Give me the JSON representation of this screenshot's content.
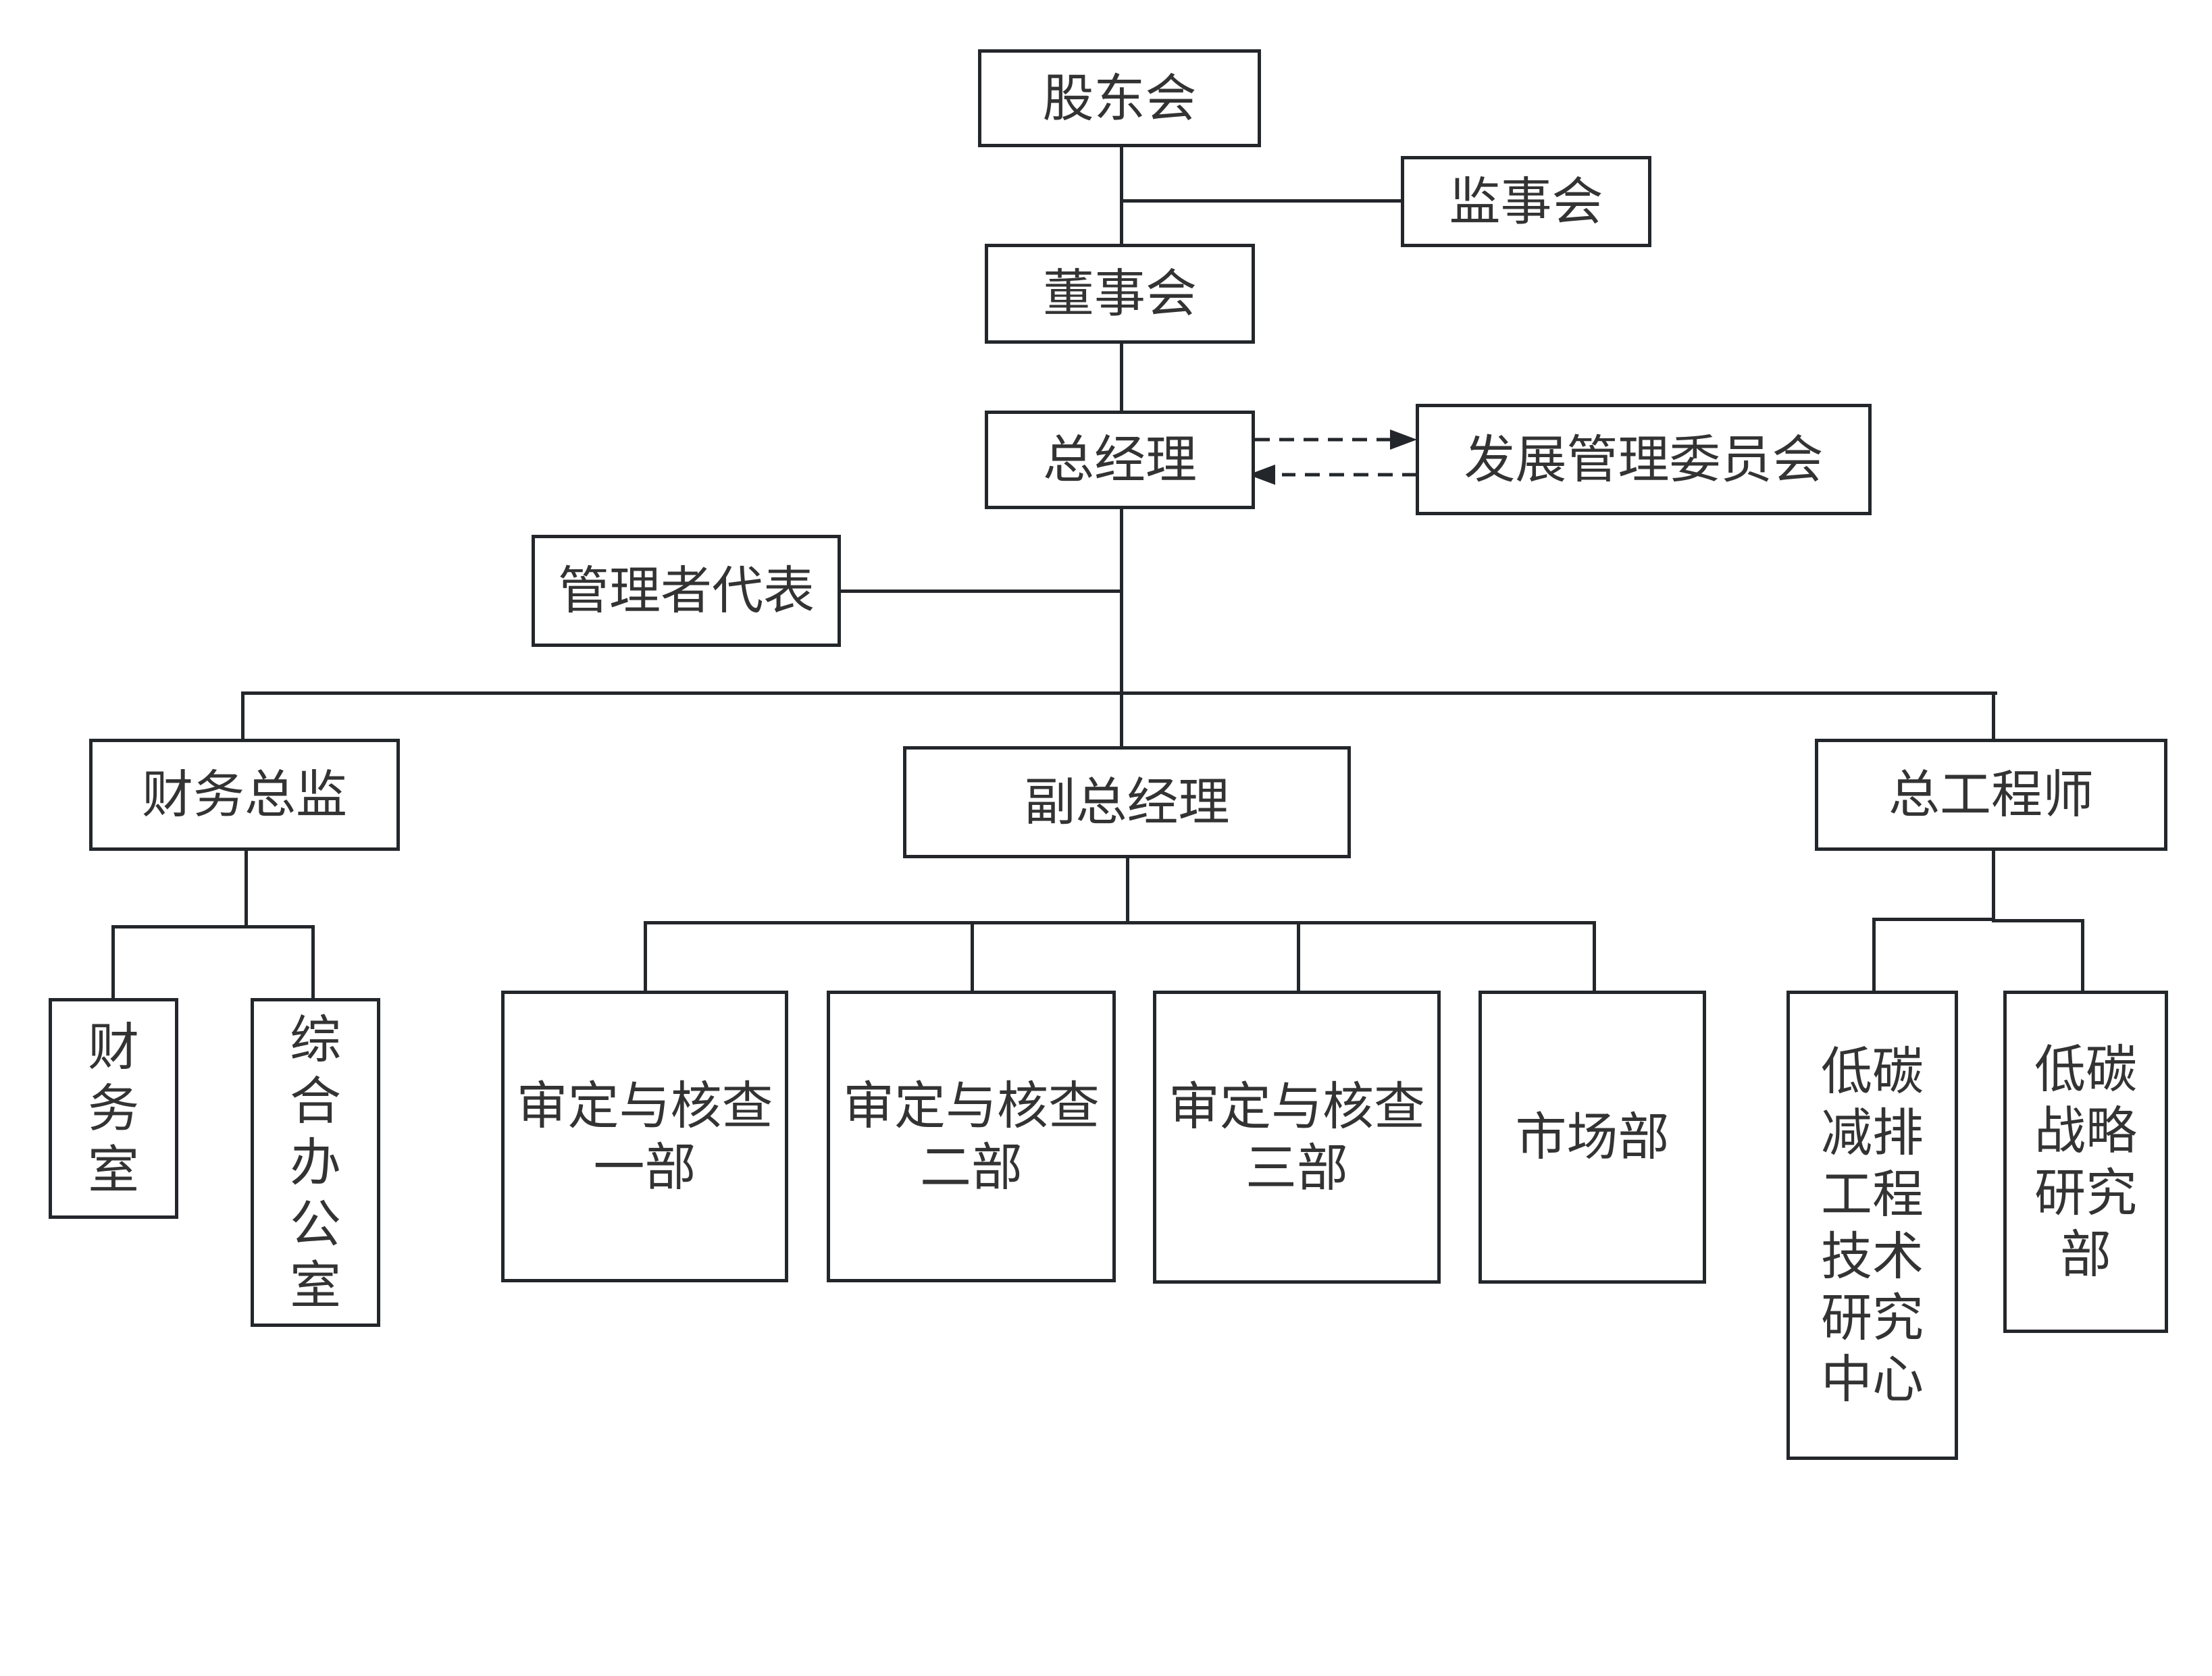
{
  "diagram": {
    "colors": {
      "stroke": "#23272b",
      "text": "#333333",
      "background": "#ffffff"
    },
    "nodes": {
      "shareholders": "股东会",
      "supervisors": "监事会",
      "board": "董事会",
      "gm": "总经理",
      "dev_committee": "发展管理委员会",
      "mgmt_rep": "管理者代表",
      "cfo": "财务总监",
      "deputy_gm": "副总经理",
      "chief_engineer": "总工程师",
      "finance_office": "财\n务\n室",
      "general_office": "综\n合\n办\n公\n室",
      "audit_1": "审定与核查\n一部",
      "audit_2": "审定与核查\n二部",
      "audit_3": "审定与核查\n三部",
      "market": "市场部",
      "lowcarbon_center": "低碳\n减排\n工程\n技术\n研究\n中心",
      "lowcarbon_strategy": "低碳\n战略\n研究\n部"
    }
  }
}
